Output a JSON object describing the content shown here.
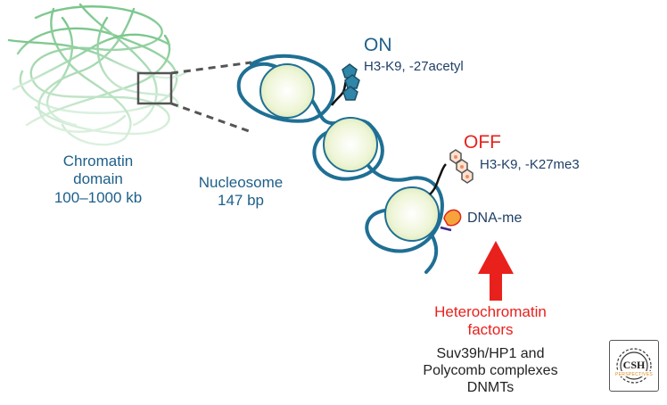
{
  "chromatin_domain": {
    "line1": "Chromatin",
    "line2": "domain",
    "line3": "100–1000 kb"
  },
  "nucleosome": {
    "line1": "Nucleosome",
    "line2": "147 bp"
  },
  "on_state": {
    "label": "ON",
    "marks": "H3-K9, -27acetyl"
  },
  "off_state": {
    "label": "OFF",
    "marks": "H3-K9, -K27me3"
  },
  "dna_methylation": "DNA-me",
  "heterochromatin": {
    "line1": "Heterochromatin",
    "line2": "factors"
  },
  "complexes": {
    "line1": "Suv39h/HP1 and",
    "line2": "Polycomb complexes",
    "line3": "DNMTs"
  },
  "logo": {
    "text": "CSH",
    "subtext": "PERSPECTIVES"
  },
  "colors": {
    "dna_strand": "#1f6f94",
    "nucleosome_fill": "#f1f6dc",
    "chromatin_green": "#8fcf9a",
    "acetyl_mark": "#2f86a8",
    "methyl_mark": "#f7b796",
    "arrow": "#e8211d",
    "label_blue": "#1d5f8a",
    "label_red": "#e8211d"
  }
}
